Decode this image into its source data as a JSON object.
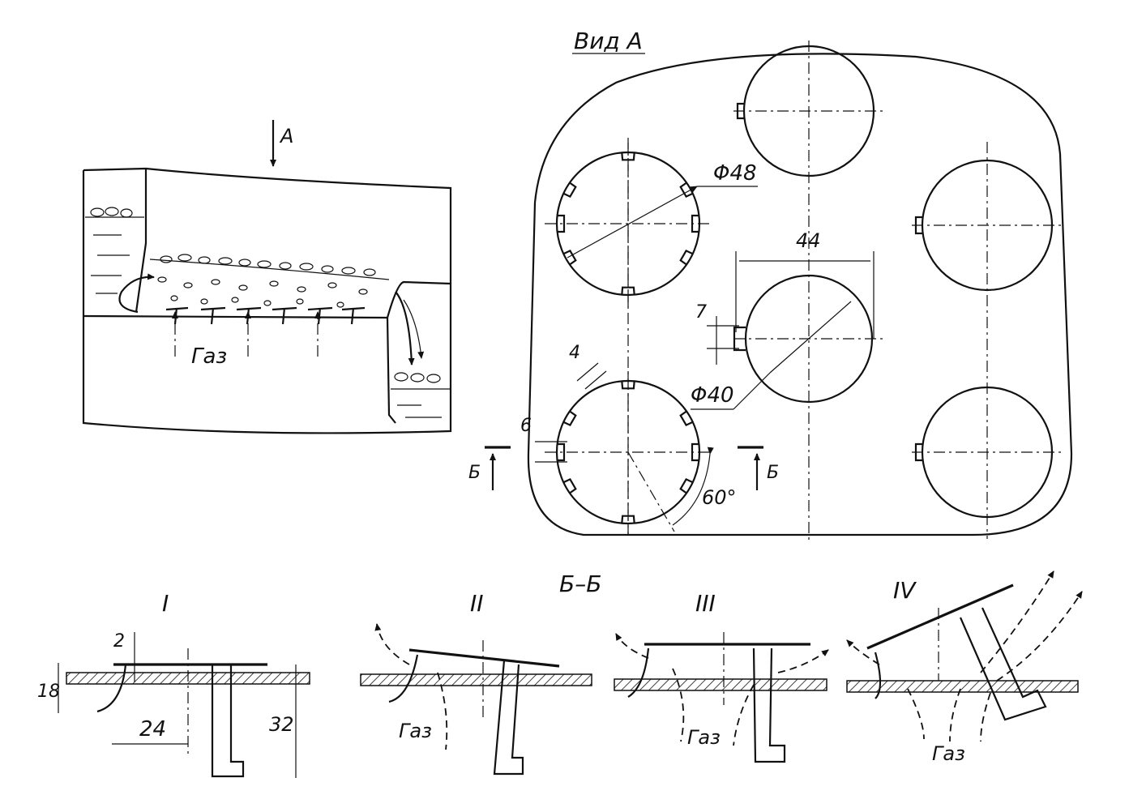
{
  "labels": {
    "view_a_title": "Вид А",
    "arrow_a": "А",
    "section_title": "Б–Б",
    "section_mark": "Б",
    "gas": "Газ",
    "roman_1": "I",
    "roman_2": "II",
    "roman_3": "III",
    "roman_4": "IV"
  },
  "dimensions": {
    "d48": "Φ48",
    "d40": "Φ40",
    "pitch": "44",
    "tab_7": "7",
    "slot_4": "4",
    "slot_6": "6",
    "angle": "60°",
    "h_2": "2",
    "h_18": "18",
    "w_24": "24",
    "h_32": "32"
  }
}
